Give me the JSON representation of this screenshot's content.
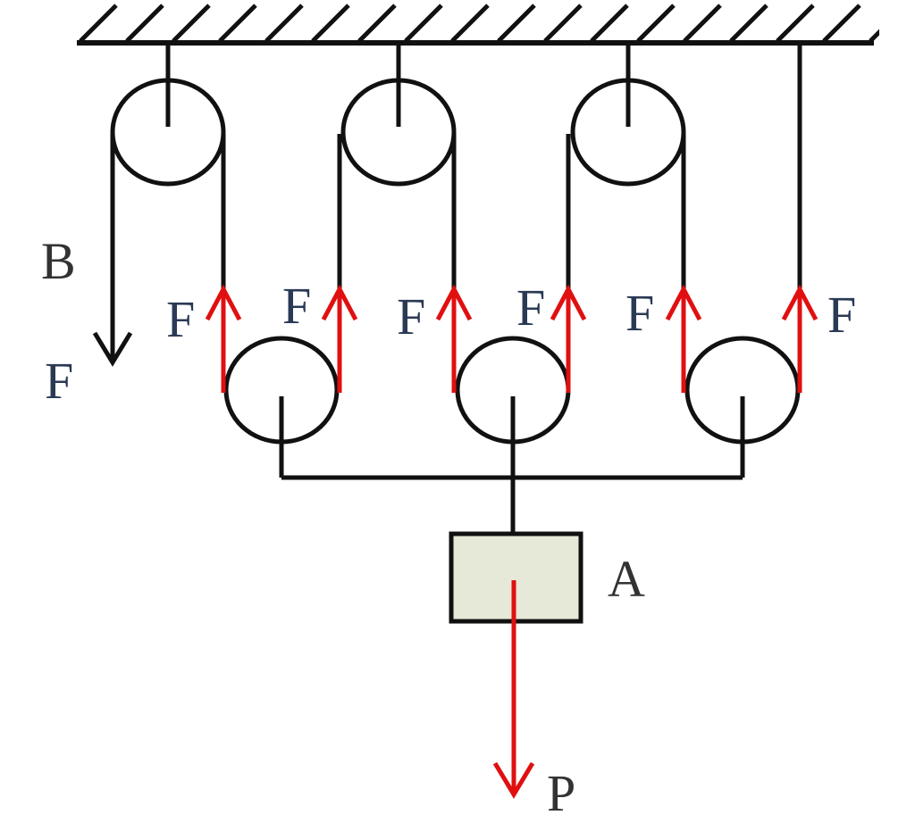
{
  "labels": {
    "point_b": "B",
    "pull_force": "F",
    "tension_1": "F",
    "tension_2": "F",
    "tension_3": "F",
    "tension_4": "F",
    "tension_5": "F",
    "tension_6": "F",
    "block": "A",
    "weight": "P"
  },
  "colors": {
    "line": "#111111",
    "force_arrow": "#e01010",
    "block_fill": "#e6e9d8",
    "label_text": "#2a3a55"
  }
}
